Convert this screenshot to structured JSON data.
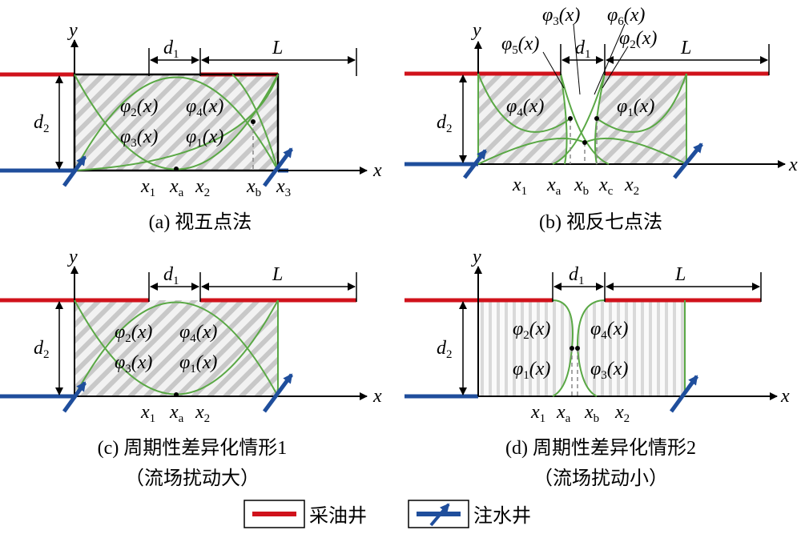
{
  "panels": [
    {
      "id": "a",
      "caption": "(a) 视五点法",
      "caption2": "",
      "phi": [
        "φ2(x)",
        "φ4(x)",
        "φ3(x)",
        "φ1(x)"
      ],
      "x_ticks": [
        "x1",
        "xa",
        "x2",
        "xb",
        "x3"
      ]
    },
    {
      "id": "b",
      "caption": "(b) 视反七点法",
      "caption2": "",
      "phi": [
        "φ3(x)",
        "φ6(x)",
        "φ5(x)",
        "φ2(x)",
        "φ4(x)",
        "φ1(x)"
      ],
      "x_ticks": [
        "x1",
        "xa",
        "xb",
        "xc",
        "x2"
      ]
    },
    {
      "id": "c",
      "caption": "(c) 周期性差异化情形1",
      "caption2": "（流场扰动大）",
      "phi": [
        "φ2(x)",
        "φ4(x)",
        "φ3(x)",
        "φ1(x)"
      ],
      "x_ticks": [
        "x1",
        "xa",
        "x2"
      ]
    },
    {
      "id": "d",
      "caption": "(d) 周期性差异化情形2",
      "caption2": "（流场扰动小）",
      "phi": [
        "φ2(x)",
        "φ4(x)",
        "φ1(x)",
        "φ3(x)"
      ],
      "x_ticks": [
        "x1",
        "xa",
        "xb",
        "x2"
      ]
    }
  ],
  "axis_labels": {
    "x": "x",
    "y": "y"
  },
  "dims": {
    "d1": "d1",
    "d2": "d2",
    "L": "L"
  },
  "legend": {
    "production_well": "采油井",
    "injection_well": "注水井"
  },
  "colors": {
    "production": "#d0121b",
    "injection": "#1f4e9c",
    "curve": "#5aa845",
    "hatch": "#c8c8c8"
  }
}
